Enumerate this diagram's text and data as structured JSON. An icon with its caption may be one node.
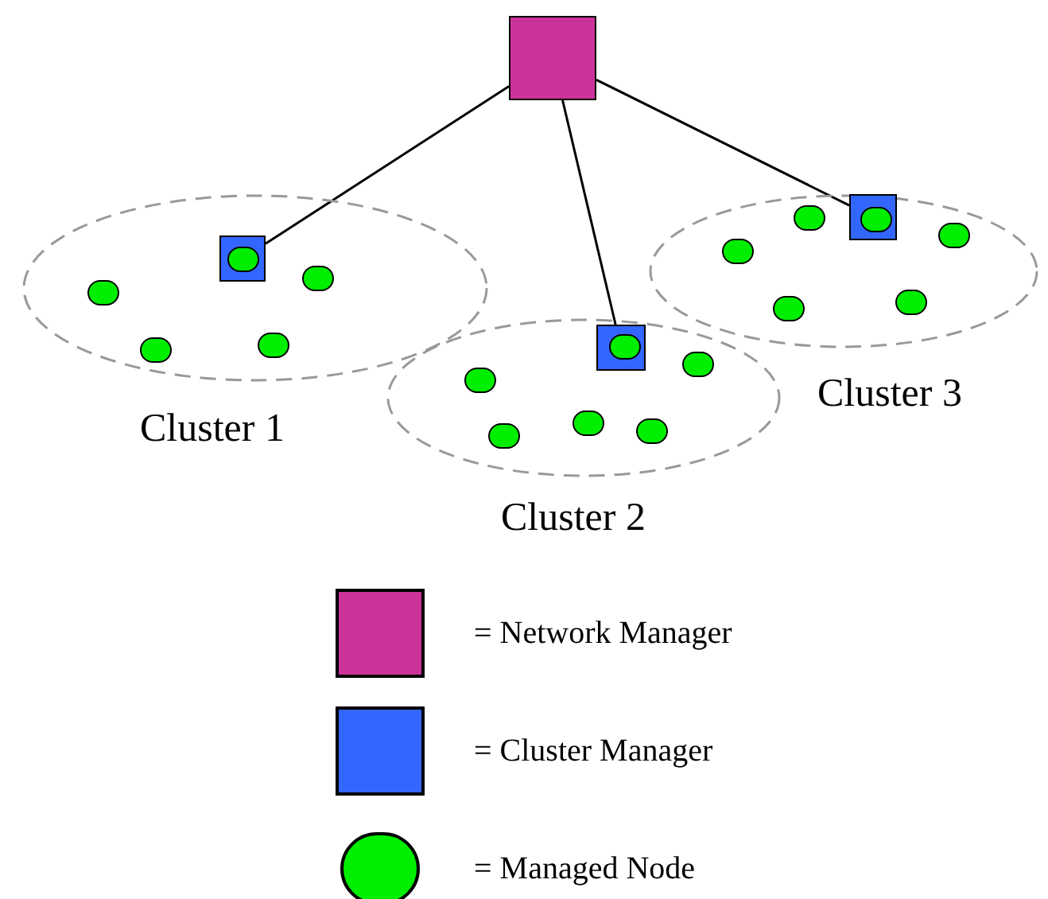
{
  "diagram": {
    "nodes": [
      {
        "text": [],
        "shape": "box"
      },
      {
        "text": [
          "Cluster 1"
        ]
      },
      {
        "text": [],
        "shape": "box",
        "in": 1
      },
      {
        "text": [],
        "shape": "circle",
        "in": 2
      },
      {
        "text": [],
        "shape": "circle",
        "in": 1
      },
      {
        "text": [],
        "shape": "circle",
        "in": 1
      },
      {
        "text": [],
        "shape": "circle",
        "in": 1
      },
      {
        "text": [],
        "shape": "circle",
        "in": 1
      },
      {
        "text": [
          "Cluster 2"
        ]
      },
      {
        "text": [],
        "shape": "box",
        "in": 8
      },
      {
        "text": [],
        "shape": "circle",
        "in": 9
      },
      {
        "text": [],
        "shape": "circle",
        "in": 8
      },
      {
        "text": [],
        "shape": "circle",
        "in": 8
      },
      {
        "text": [],
        "shape": "circle",
        "in": 8
      },
      {
        "text": [],
        "shape": "circle",
        "in": 8
      },
      {
        "text": [],
        "shape": "circle",
        "in": 8
      },
      {
        "text": [
          "Cluster 3"
        ]
      },
      {
        "text": [],
        "shape": "box",
        "in": 16
      },
      {
        "text": [],
        "shape": "circle",
        "in": 17
      },
      {
        "text": [],
        "shape": "circle",
        "in": 16
      },
      {
        "text": [],
        "shape": "circle",
        "in": 16
      },
      {
        "text": [],
        "shape": "circle",
        "in": 16
      },
      {
        "text": [],
        "shape": "circle",
        "in": 16
      },
      {
        "text": [],
        "shape": "circle",
        "in": 16
      }
    ],
    "edges": [
      {
        "from": 0,
        "to": 2,
        "arrow": "none"
      },
      {
        "from": 0,
        "to": 9,
        "arrow": "none"
      },
      {
        "from": 0,
        "to": 17,
        "arrow": "none"
      }
    ],
    "legend": [
      {
        "text": "= Network Manager",
        "color": "#cc3399"
      },
      {
        "text": "= Cluster Manager",
        "color": "#3366ff"
      },
      {
        "text": "= Managed Node",
        "color": "#00ee00"
      }
    ]
  }
}
